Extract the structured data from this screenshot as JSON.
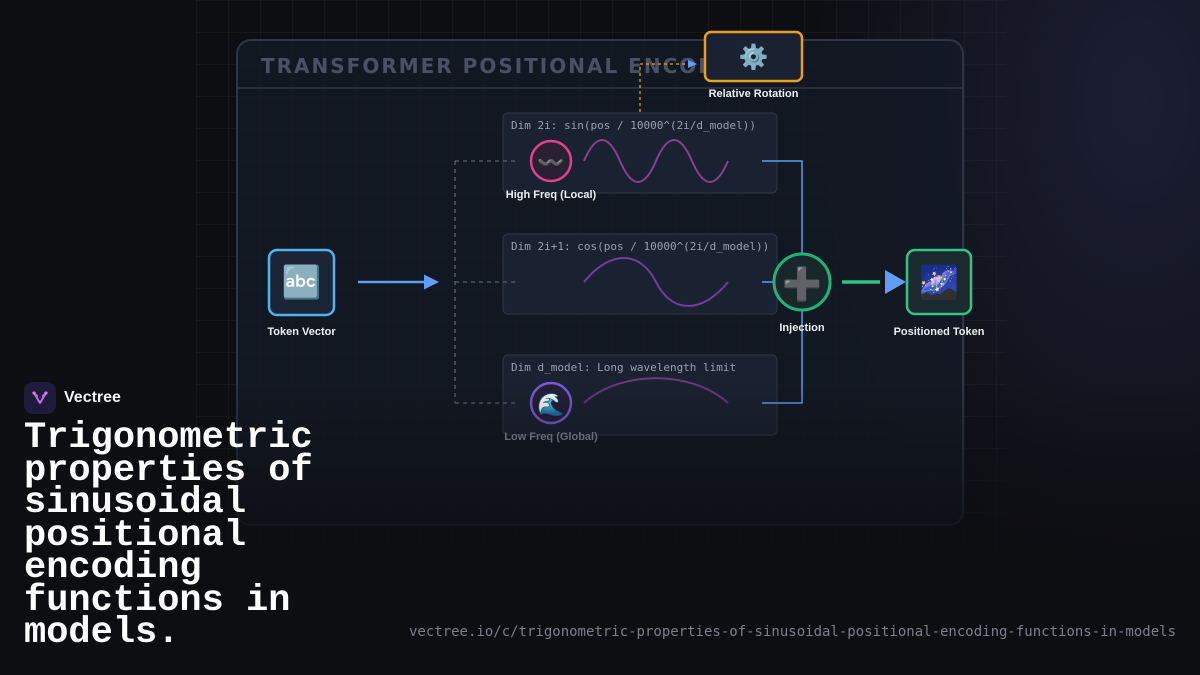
{
  "diagram": {
    "panel_title": "TRANSFORMER POSITIONAL ENCODER M",
    "formulas": {
      "high": "Dim 2i: sin(pos / 10000^(2i/d_model))",
      "mid": "Dim 2i+1: cos(pos / 10000^(2i/d_model))",
      "low": "Dim d_model: Long wavelength limit"
    },
    "nodes": {
      "token_vector": {
        "label": "Token Vector",
        "icon": "abc-input-icon",
        "glyph": "🔤"
      },
      "high_freq": {
        "label": "High Freq (Local)",
        "icon": "wavy-dash-icon",
        "glyph": "〰️"
      },
      "low_freq": {
        "label": "Low Freq (Global)",
        "icon": "water-wave-icon",
        "glyph": "🌊"
      },
      "relative_rotation": {
        "label": "Relative Rotation",
        "icon": "gear-icon",
        "glyph": "⚙️"
      },
      "injection": {
        "label": "Injection",
        "icon": "plus-icon",
        "glyph": "➕"
      },
      "positioned_token": {
        "label": "Positioned Token",
        "icon": "milky-way-icon",
        "glyph": "🌌"
      }
    },
    "colors": {
      "token_border": "#4fb3f0",
      "high_border": "#e0428d",
      "low_border": "#7b5bd6",
      "rotation_border": "#e8a020",
      "injection_border": "#1fb37a",
      "positioned_border": "#34c48a",
      "arrow_blue": "#5f9cf5",
      "arrow_green": "#2ec483"
    }
  },
  "brand": {
    "name": "Vectree",
    "icon": "vectree-logo-icon"
  },
  "headline": "Trigonometric properties of sinusoidal positional encoding functions in models.",
  "url": "vectree.io/c/trigonometric-properties-of-sinusoidal-positional-encoding-functions-in-models"
}
